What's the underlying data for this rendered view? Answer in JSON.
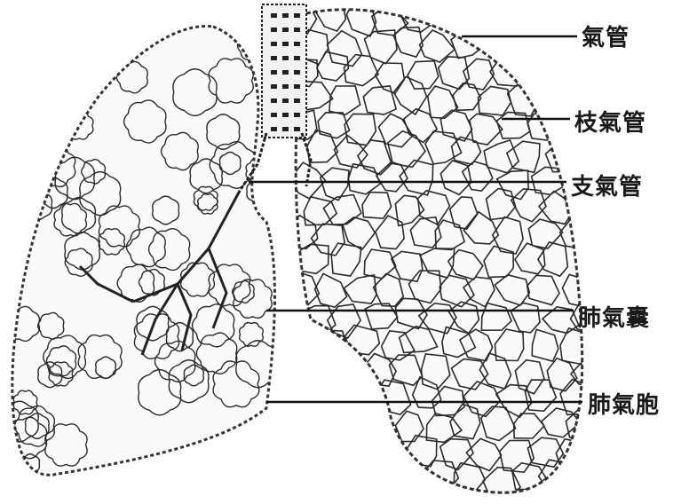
{
  "figure": {
    "labels": [
      "氣管",
      "枝氣管",
      "支氣管",
      "肺氣囊",
      "肺氣胞"
    ]
  },
  "colors": {
    "ink": "#1a1a1a",
    "paper": "#ffffff"
  }
}
